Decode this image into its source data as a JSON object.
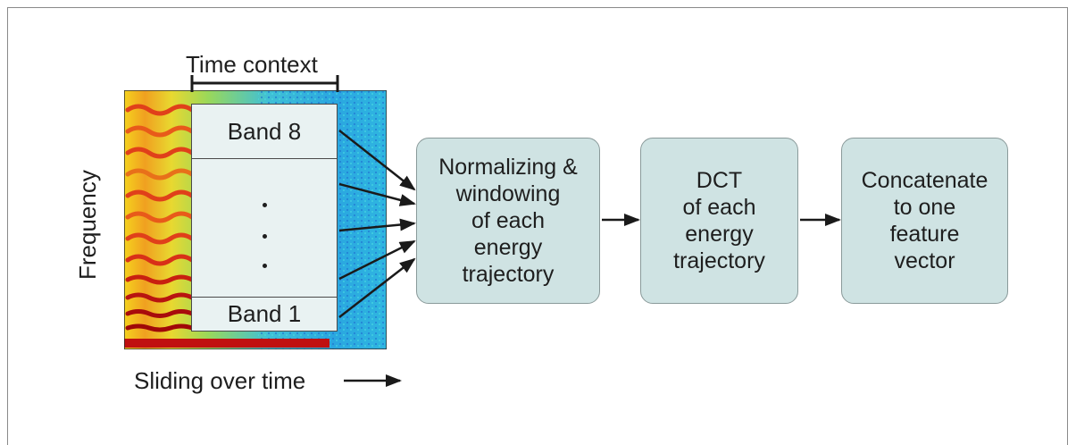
{
  "labels": {
    "time_context": "Time context",
    "frequency": "Frequency",
    "sliding_over_time": "Sliding over time"
  },
  "bands": {
    "top": "Band 8",
    "bottom": "Band 1"
  },
  "steps": [
    {
      "label": "Normalizing &\nwindowing\nof each\nenergy\ntrajectory"
    },
    {
      "label": "DCT\nof each\nenergy\ntrajectory"
    },
    {
      "label": "Concatenate\nto one\nfeature\nvector"
    }
  ],
  "colors": {
    "box_fill": "#cfe3e3",
    "band_fill": "#e9f2f2",
    "arrow": "#1a1a1a"
  }
}
